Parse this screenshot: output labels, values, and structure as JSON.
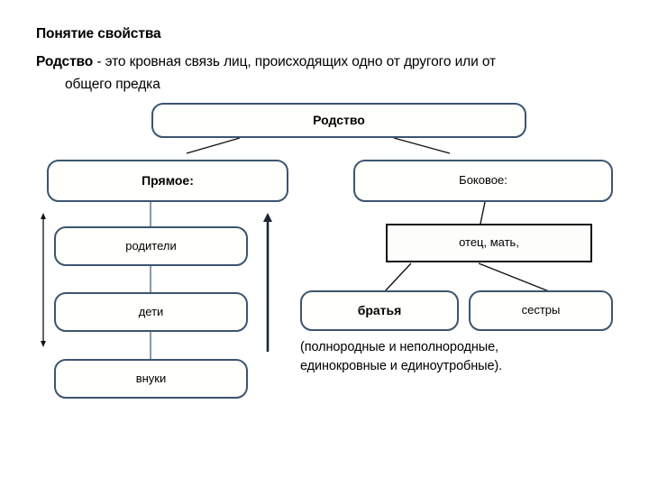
{
  "slide": {
    "background": "#ffffff",
    "heading_1": "Понятие свойства",
    "heading_2_lead": "Родство",
    "heading_2_rest": " - это кровная связь лиц, происходящих одно от другого или от",
    "heading_2_cont": "общего предка"
  },
  "diagram": {
    "colors": {
      "box_border_blue": "#3b5570",
      "box_border_black": "#121212",
      "box_fill": "#fffffb",
      "connector": "#121212",
      "arrow_thin": "#121212"
    },
    "nodes": {
      "root": "Родство",
      "direct": "Прямое:",
      "lateral": "Боковое:",
      "parents": "родители",
      "children": "дети",
      "grandchildren": "внуки",
      "father_mother": "отец, мать,",
      "brothers": "братья",
      "sisters": "сестры"
    },
    "footnote_line_1": "(полнородные и неполнородные,",
    "footnote_line_2": "единокровные и единоутробные).",
    "arrows": {
      "left_vertical_double": "двусторонняя стрелка вниз",
      "right_vertical_up": "стрелка вверх"
    }
  }
}
